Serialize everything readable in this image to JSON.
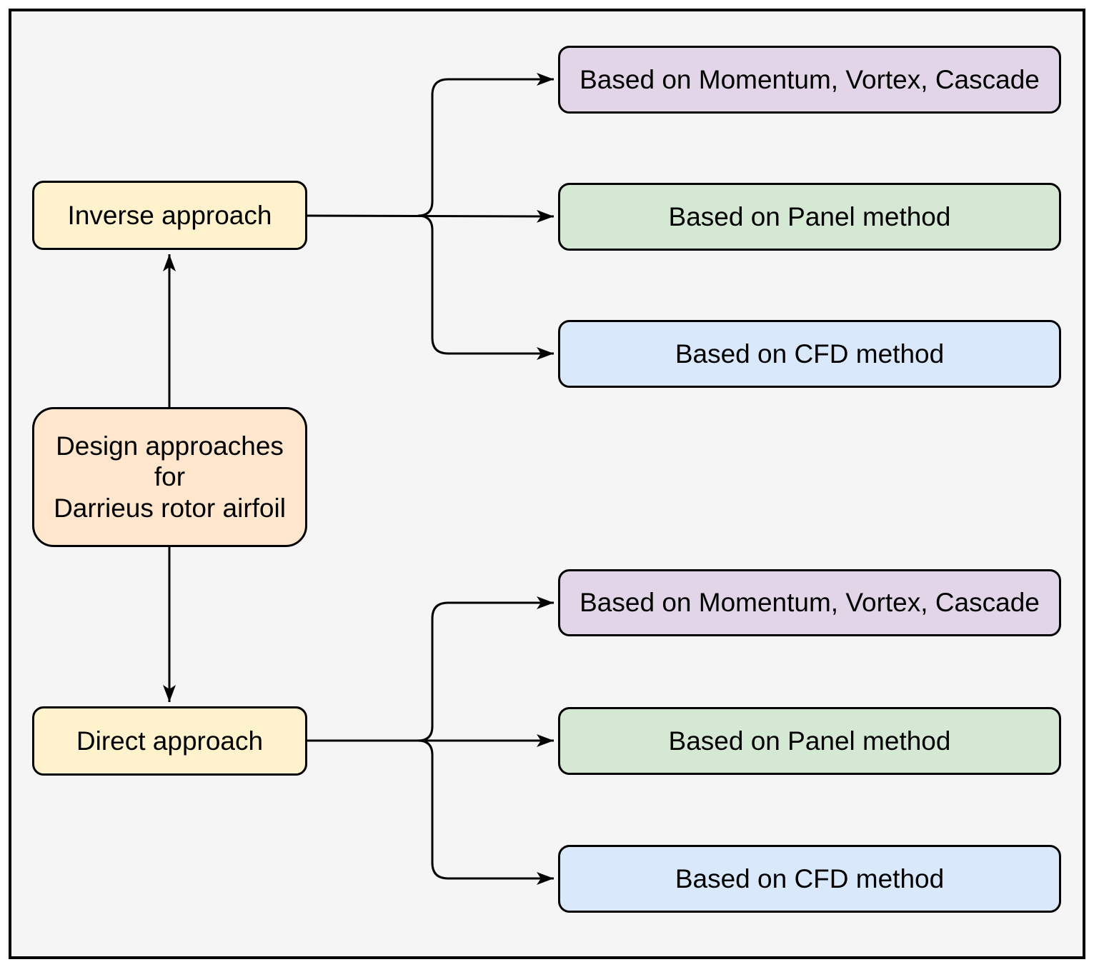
{
  "palette": {
    "background": "#f5f5f5",
    "stroke": "#000000",
    "yellow": "#FFF2CC",
    "orange": "#FFE6CC",
    "purple": "#E1D5E7",
    "green": "#D5E8D4",
    "blue": "#DAE8FC"
  },
  "nodes": {
    "root": {
      "line1": "Design approaches",
      "line2": "for",
      "line3": "Darrieus rotor airfoil",
      "color": "#FFE6CC"
    },
    "inverse": {
      "label": "Inverse approach",
      "color": "#FFF2CC"
    },
    "direct": {
      "label": "Direct approach",
      "color": "#FFF2CC"
    },
    "inverse_momentum": {
      "label": "Based on Momentum, Vortex, Cascade",
      "color": "#E1D5E7"
    },
    "inverse_panel": {
      "label": "Based on Panel method",
      "color": "#D5E8D4"
    },
    "inverse_cfd": {
      "label": "Based on CFD method",
      "color": "#DAE8FC"
    },
    "direct_momentum": {
      "label": "Based on Momentum, Vortex, Cascade",
      "color": "#E1D5E7"
    },
    "direct_panel": {
      "label": "Based on Panel method",
      "color": "#D5E8D4"
    },
    "direct_cfd": {
      "label": "Based on CFD method",
      "color": "#DAE8FC"
    }
  }
}
